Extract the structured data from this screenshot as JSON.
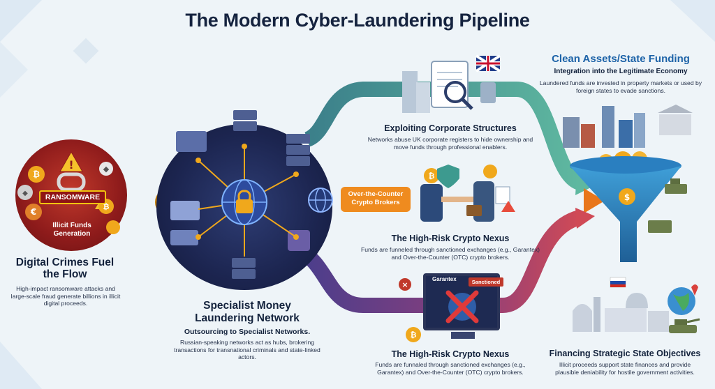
{
  "title": "The Modern Cyber-Laundering Pipeline",
  "left": {
    "badge": "RANSOMWARE",
    "inner_label": "Illicit Funds Generation",
    "heading": "Digital Crimes Fuel the Flow",
    "body": "High-impact ransomware attacks and large-scale fraud generate billions in illicit digital proceeds."
  },
  "center": {
    "heading": "Specialist Money Laundering Network",
    "subheading": "Outsourcing to Specialist Networks.",
    "body": "Russian-speaking networks act as hubs, brokering transactions for transnational criminals and state-linked actors."
  },
  "corporate": {
    "heading": "Exploiting Corporate Structures",
    "body": "Networks abuse UK corporate registers to hide ownership and move funds through professional enablers."
  },
  "otc": {
    "pill": "Over-the-Counter Crypto Brokers",
    "heading": "The High-Risk Crypto Nexus",
    "body": "Funds are funneled through sanctioned exchanges (e.g., Garantex) and Over-the-Counter (OTC) crypto brokers."
  },
  "exchange": {
    "screen_name": "Garantex",
    "tag": "Sanctioned",
    "heading": "The High-Risk Crypto Nexus",
    "body": "Funds are funnaled through sanctioned exchanges (e.g., Garantex) and Over-the-Counter (OTC) crypto brokers."
  },
  "right": {
    "title": "Clean Assets/State Funding",
    "subtitle": "Integration into the Legitimate Economy",
    "body": "Laundered funds are invested in property markets or used by foreign states to evade sanctions."
  },
  "state": {
    "heading": "Financing Strategic State Objectives",
    "body": "Illicit proceeds support state finances and provide plausible deniability for hostile government activities."
  },
  "colors": {
    "crime_red": "#b52424",
    "network_navy": "#1c2550",
    "teal_flow": "#3d9a8f",
    "orange_flow": "#ef8b1f",
    "purple_flow": "#6a3a8a",
    "accent_blue": "#1d63a8",
    "coin_gold": "#f0a81c"
  },
  "icons": [
    "bitcoin-icon",
    "ethereum-icon",
    "warning-icon",
    "padlock-icon",
    "globe-icon",
    "server-icon",
    "document-icon",
    "magnifier-icon",
    "uk-flag-icon",
    "handshake-icon",
    "funnel-icon",
    "building-icon",
    "tank-icon",
    "truck-icon",
    "russia-flag-icon"
  ]
}
